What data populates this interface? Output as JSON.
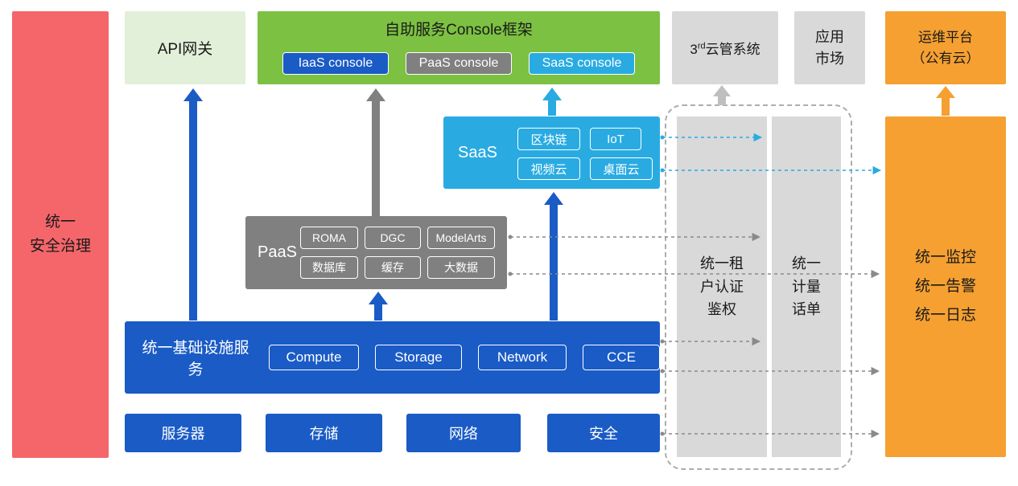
{
  "colors": {
    "blue": "#1A5BC6",
    "gray": "#808080",
    "cyan": "#29ABE2",
    "green": "#7CC142",
    "light_green": "#E2F0D9",
    "light_gray": "#D9D9D9",
    "orange": "#F5A031",
    "red": "#F4666A"
  },
  "security_bar": {
    "label": "统一\n安全治理"
  },
  "api_gateway": {
    "label": "API网关"
  },
  "console_framework": {
    "title": "自助服务Console框架",
    "consoles": [
      {
        "label": "IaaS console"
      },
      {
        "label": "PaaS console"
      },
      {
        "label": "SaaS console"
      }
    ]
  },
  "third_cloud_mgmt": {
    "prefix": "3",
    "superscript": "rd",
    "suffix": "云管系统"
  },
  "app_market": {
    "label": "应用\n市场"
  },
  "om_platform": {
    "label": "运维平台\n（公有云）"
  },
  "saas": {
    "label": "SaaS",
    "items": [
      "区块链",
      "IoT",
      "视频云",
      "桌面云"
    ]
  },
  "paas": {
    "label": "PaaS",
    "items": [
      "ROMA",
      "DGC",
      "ModelArts",
      "数据库",
      "缓存",
      "大数据"
    ]
  },
  "infrastructure": {
    "label": "统一基础设施服务",
    "items": [
      "Compute",
      "Storage",
      "Network",
      "CCE"
    ]
  },
  "hardware": {
    "items": [
      "服务器",
      "存储",
      "网络",
      "安全"
    ]
  },
  "tenant_auth_bar": {
    "label": "统一租\n户认证\n鉴权"
  },
  "metering_bar": {
    "label": "统一\n计量\n话单"
  },
  "monitoring_box": {
    "label": "统一监控\n统一告警\n统一日志"
  }
}
